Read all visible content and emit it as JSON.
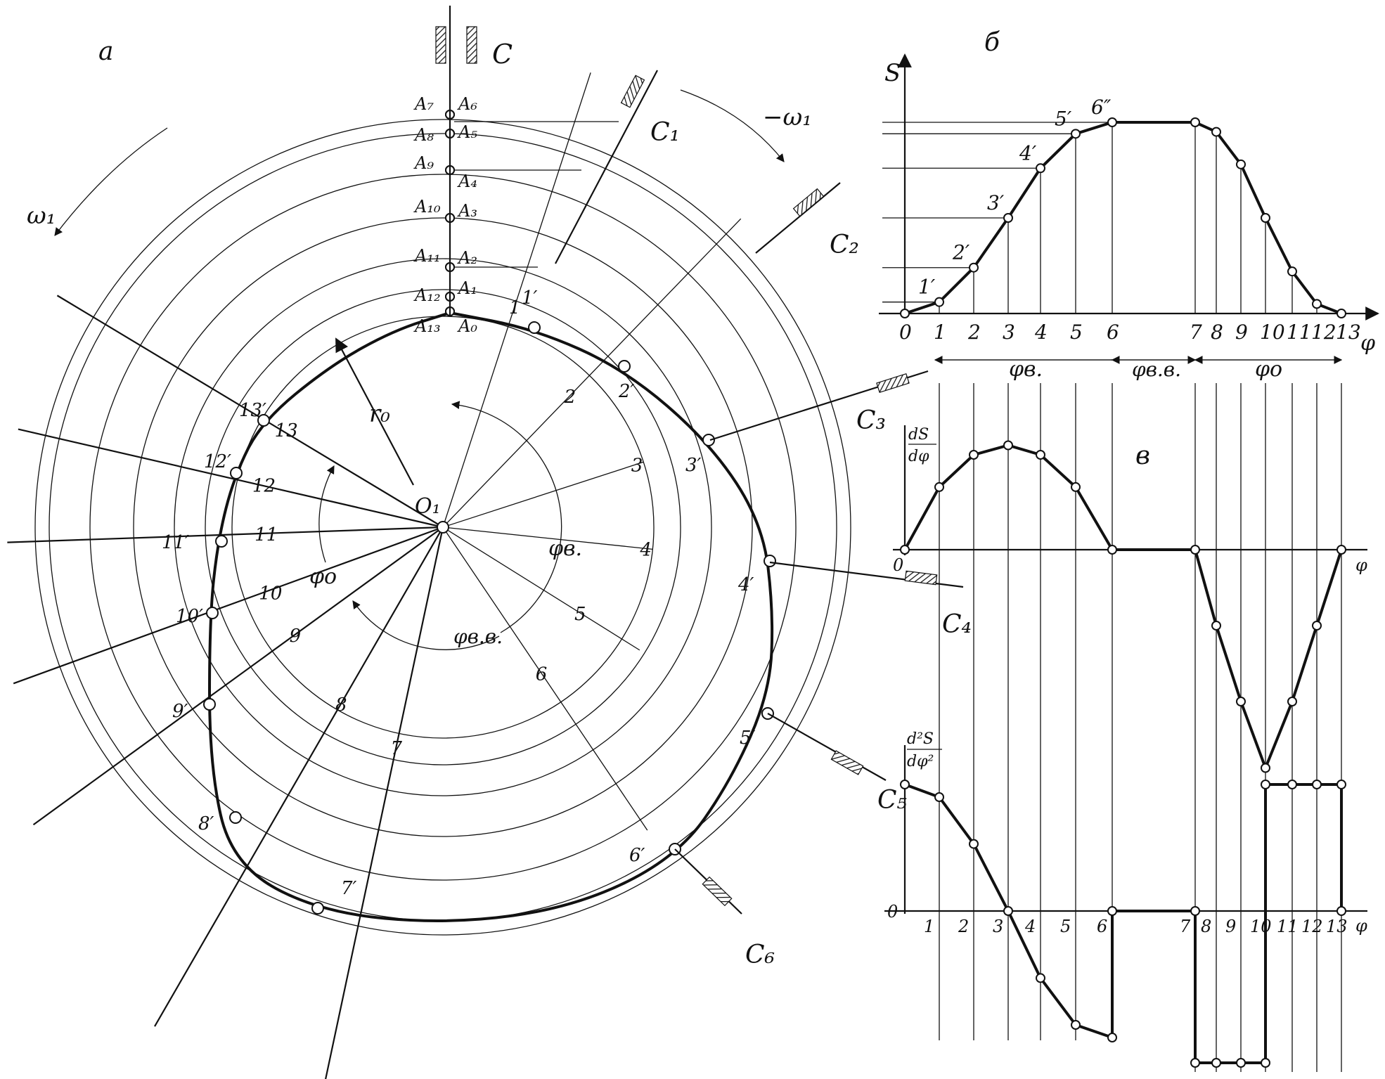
{
  "panels": {
    "a": "а",
    "b": "б",
    "v": "в"
  },
  "cam": {
    "center_label": "O₁",
    "radius_label": "r₀",
    "omega": "ω₁",
    "minus_omega": "−ω₁",
    "phi_v": "φв.",
    "phi_vv": "φв.в.",
    "phi_o": "φо",
    "follower_label": "C",
    "follower_positions": [
      "C₁",
      "C₂",
      "C₃",
      "C₄",
      "C₅",
      "C₆"
    ],
    "A_left": [
      "A₇",
      "A₈",
      "A₉",
      "A₁₀",
      "A₁₁",
      "A₁₂",
      "A₁₃"
    ],
    "A_right": [
      "A₆",
      "A₅",
      "A₄",
      "A₃",
      "A₂",
      "A₁",
      "A₀"
    ],
    "division_labels": [
      "1",
      "2",
      "3",
      "4",
      "5",
      "6",
      "7",
      "8",
      "9",
      "10",
      "11",
      "12",
      "13"
    ],
    "profile_labels": [
      "1′",
      "2′",
      "3′",
      "4′",
      "5′",
      "6′",
      "7′",
      "8′",
      "9′",
      "10′",
      "11′",
      "12′",
      "13′"
    ]
  },
  "chart_data": [
    {
      "type": "line",
      "ylabel": "S",
      "xlabel": "φ",
      "x_tick_labels": [
        "0",
        "1",
        "2",
        "3",
        "4",
        "5",
        "6",
        "7",
        "8",
        "9",
        "10",
        "11",
        "12",
        "13"
      ],
      "x": [
        0,
        1,
        2,
        3,
        4,
        5,
        6,
        7,
        8,
        9,
        10,
        11,
        12,
        13
      ],
      "y": [
        0,
        0.06,
        0.24,
        0.5,
        0.76,
        0.94,
        1.0,
        1.0,
        0.95,
        0.78,
        0.5,
        0.22,
        0.05,
        0
      ],
      "point_labels": [
        "1′",
        "2′",
        "3′",
        "4′",
        "5′",
        "6″"
      ],
      "phase_labels": [
        "φв.",
        "φв.в.",
        "φо"
      ]
    },
    {
      "type": "line",
      "ylabel": "dS/dφ",
      "xlabel": "φ",
      "origin_label": "0",
      "x": [
        0,
        1,
        2,
        3,
        4,
        5,
        6,
        7,
        8,
        9,
        10,
        11,
        12,
        13
      ],
      "y": [
        0,
        0.66,
        1.0,
        1.1,
        1.0,
        0.66,
        0,
        0,
        -0.8,
        -1.6,
        -2.3,
        -1.6,
        -0.8,
        0
      ]
    },
    {
      "type": "line",
      "ylabel": "d²S/dφ²",
      "xlabel": "φ",
      "origin_label": "0",
      "x_tick_labels": [
        "1",
        "2",
        "3",
        "4",
        "5",
        "6",
        "7",
        "8",
        "9",
        "10",
        "11",
        "12",
        "13"
      ],
      "x": [
        0,
        1,
        2,
        3,
        4,
        5,
        6,
        6,
        7,
        7,
        8,
        9,
        10,
        10,
        11,
        12,
        13,
        13
      ],
      "y": [
        1,
        0.9,
        0.53,
        0,
        -0.53,
        -0.9,
        -1,
        0,
        0,
        -1.2,
        -1.2,
        -1.2,
        -1.2,
        1,
        1,
        1,
        1,
        0
      ]
    }
  ]
}
